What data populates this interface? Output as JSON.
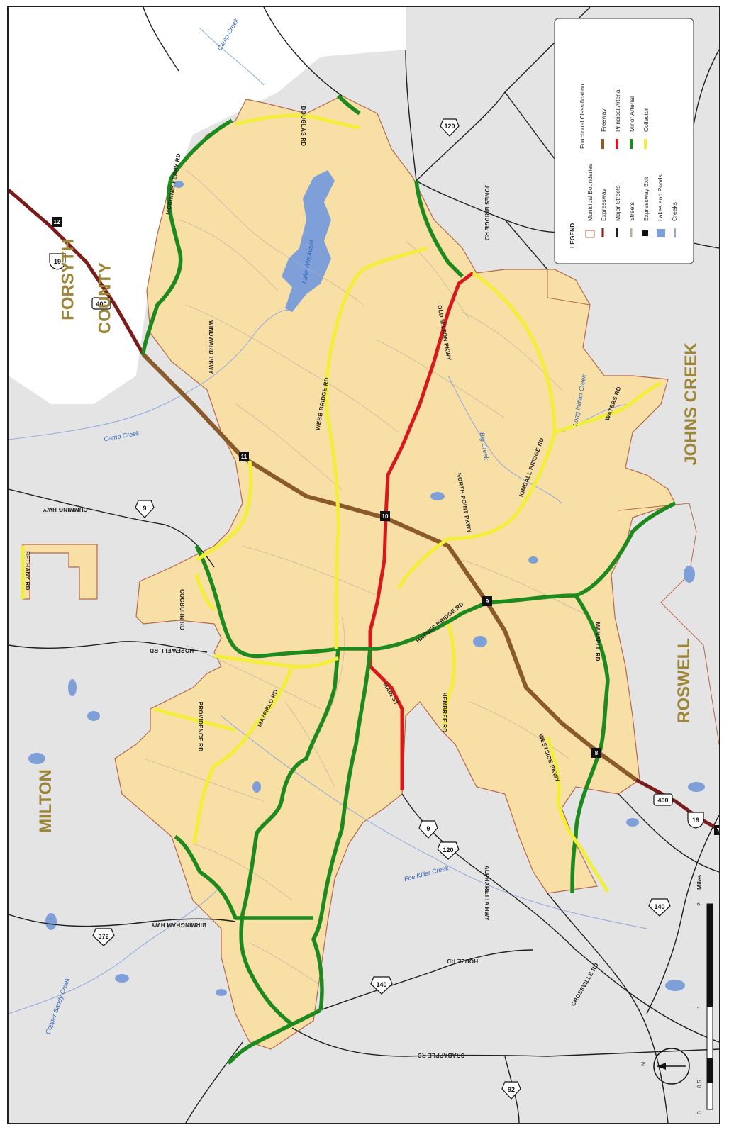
{
  "places": {
    "forsyth": "FORSYTH",
    "county": "COUNTY",
    "johns_creek": "JOHNS CREEK",
    "roswell": "ROSWELL",
    "milton": "MILTON"
  },
  "legend": {
    "title": "LEGEND",
    "items": [
      "Municipal Boundaries",
      "Expressway",
      "Major Streets",
      "Streets",
      "Expressway Exit",
      "Lakes and Ponds",
      "Creeks"
    ],
    "fc_title": "Functional Classification",
    "fc_items": [
      "Freeway",
      "Principal Arterial",
      "Minor Arterial",
      "Collector"
    ],
    "colors": {
      "freeway": "#8b5a2b",
      "principal_arterial": "#d7191c",
      "minor_arterial": "#1e8a1e",
      "collector": "#f2ef3a",
      "boundary": "#b5674a",
      "expressway": "#7a1c1c",
      "water": "#7f9fd8",
      "city_fill": "#f7dfa6"
    }
  },
  "roads": {
    "mcginnis_ferry": "MCGINNIS FERRY RD",
    "douglas": "DOUGLAS RD",
    "jones_bridge": "JONES BRIDGE RD",
    "windward": "WINDWARD PKWY",
    "webb_bridge": "WEBB BRIDGE RD",
    "old_milton": "OLD MILTON PKWY",
    "kimball_bridge": "KIMBALL BRIDGE RD",
    "waters": "WATERS RD",
    "north_point": "NORTH POINT PKWY",
    "cumming": "CUMMING HWY",
    "bethany": "BETHANY RD",
    "cogburn": "COGBURN RD",
    "hopewell": "HOPEWELL RD",
    "haynes_bridge": "HAYNES BRIDGE RD",
    "mansell": "MANSELL RD",
    "main": "MAIN ST",
    "mayfield": "MAYFIELD RD",
    "providence": "PROVIDENCE RD",
    "hembree": "HEMBREE RD",
    "westside": "WESTSIDE PKWY",
    "birmingham": "BIRMINGHAM HWY",
    "alpharetta": "ALPHARETTA HWY",
    "houze": "HOUZE RD",
    "crossville": "CROSSVILLE RD",
    "crabapple": "CRABAPPLE RD"
  },
  "water": {
    "lake_windward": "Lake Windward",
    "camp_creek": "Camp Creek",
    "camp_creek_2": "Camp Creek",
    "long_indian": "Long Indian Creek",
    "foe_killer": "Foe Killer Creek",
    "copper_sandy": "Copper Sandy Creek",
    "big_creek": "Big Creek"
  },
  "shields": {
    "s400_top": "400",
    "s19_top": "19",
    "s120_top": "120",
    "s9_top": "9",
    "s400_bottom": "400",
    "s19_bottom": "19",
    "s9_mid": "9",
    "s120_mid": "120",
    "s140_a": "140",
    "s140_b": "140",
    "s372": "372",
    "s92": "92"
  },
  "exits": {
    "e12": "12",
    "e11": "11",
    "e10": "10",
    "e9": "9",
    "e8": "8",
    "e7": "7"
  },
  "scale": {
    "title": "Miles",
    "ticks": [
      "0",
      "0.5",
      "1",
      "2"
    ]
  },
  "north": "N"
}
